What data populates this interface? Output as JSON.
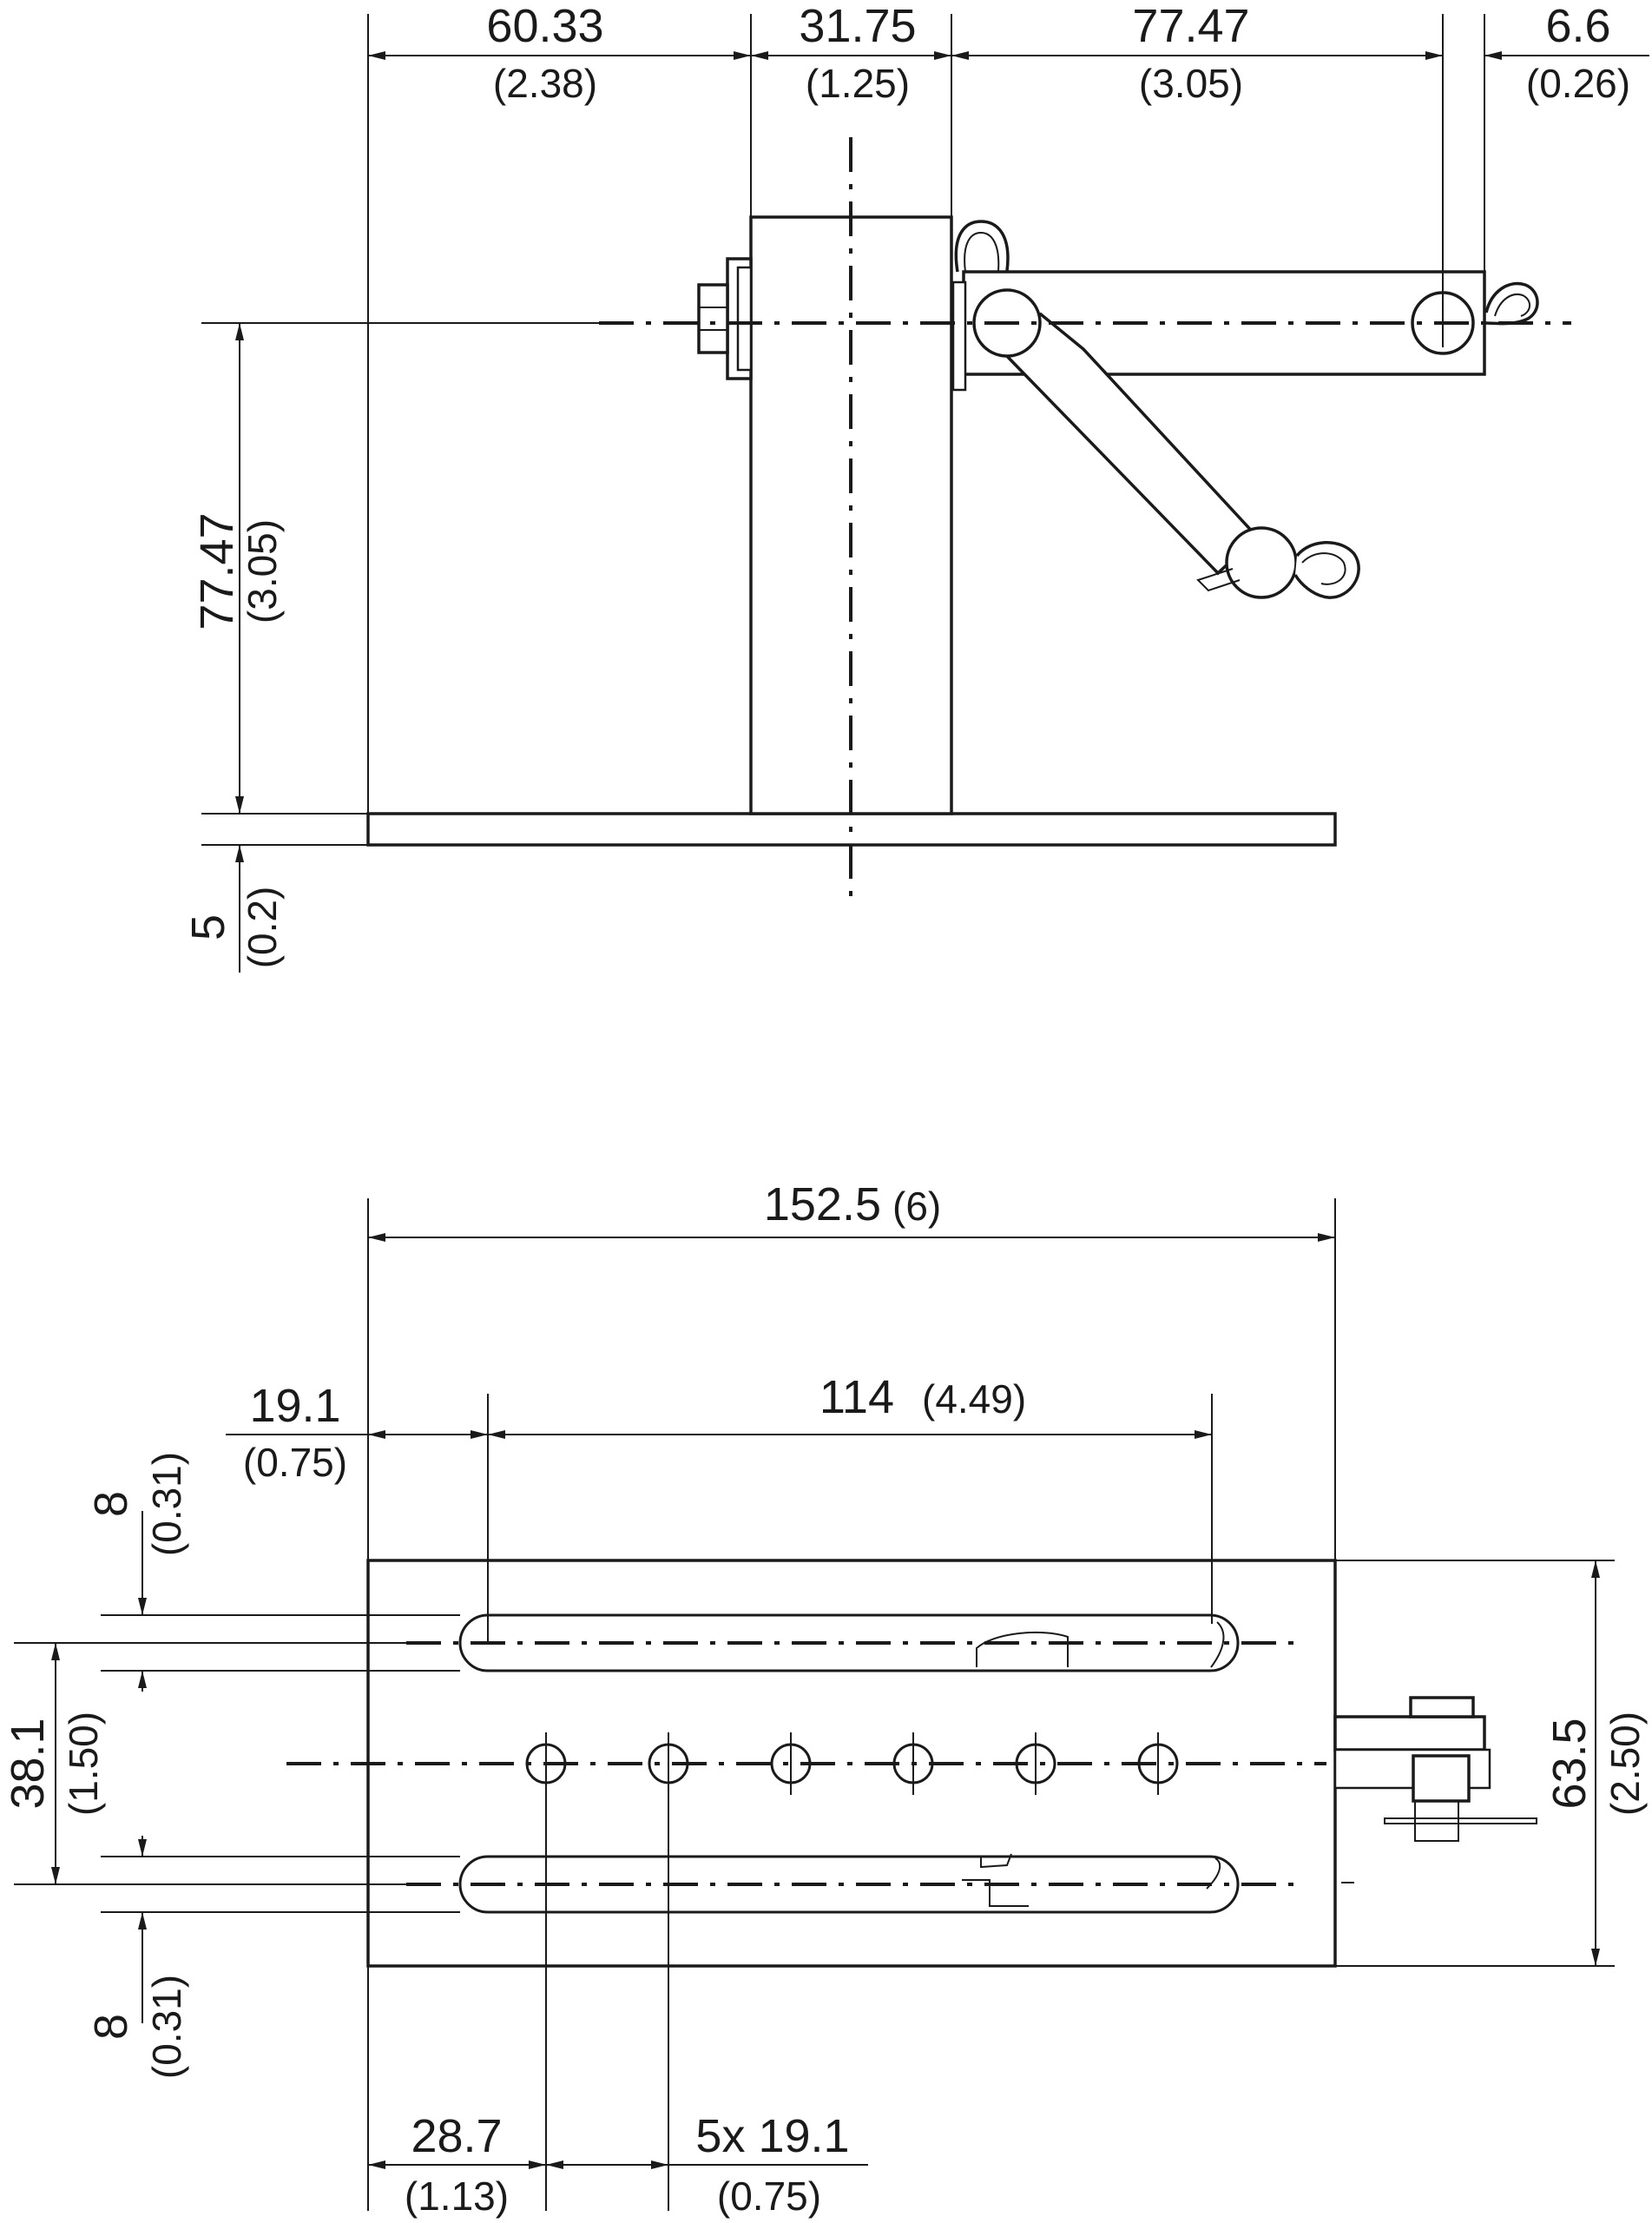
{
  "side_view": {
    "dims": {
      "base_to_tube": {
        "value": "60.33",
        "inch": "(2.38)"
      },
      "tube_width": {
        "value": "31.75",
        "inch": "(1.25)"
      },
      "arm_length": {
        "value": "77.47",
        "inch": "(3.05)"
      },
      "arm_end": {
        "value": "6.6",
        "inch": "(0.26)"
      },
      "axis_height": {
        "value": "77.47",
        "inch": "(3.05)"
      },
      "plate_thickness": {
        "value": "5",
        "inch": "(0.2)"
      }
    }
  },
  "top_view": {
    "dims": {
      "plate_length": {
        "value": "152.5",
        "inch": "(6)"
      },
      "slot_offset": {
        "value": "19.1",
        "inch": "(0.75)"
      },
      "slot_length": {
        "value": "114",
        "inch": "(4.49)"
      },
      "slot_width_top": {
        "value": "8",
        "inch": "(0.31)"
      },
      "slot_spacing": {
        "value": "38.1",
        "inch": "(1.50)"
      },
      "slot_width_bottom": {
        "value": "8",
        "inch": "(0.31)"
      },
      "plate_width": {
        "value": "63.5",
        "inch": "(2.50)"
      },
      "hole_offset": {
        "value": "28.7",
        "inch": "(1.13)"
      },
      "hole_pitch": {
        "value": "5x 19.1",
        "inch": "(0.75)"
      }
    }
  }
}
